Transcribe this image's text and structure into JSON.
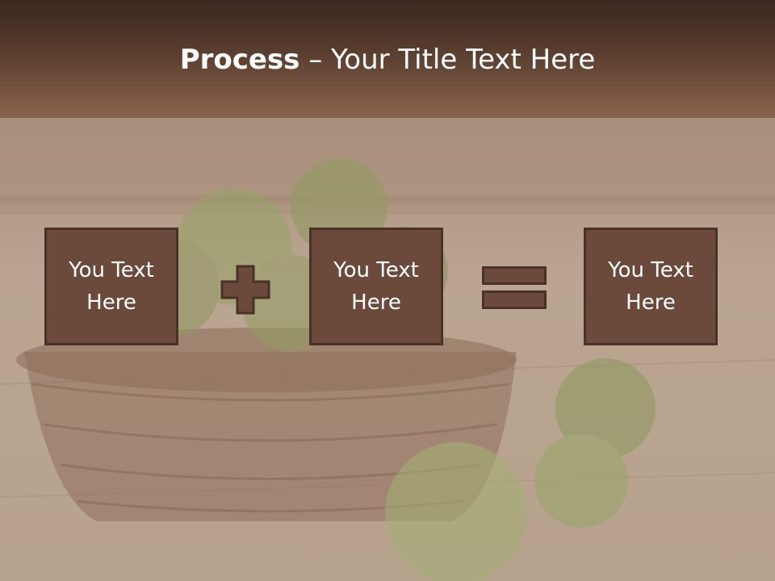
{
  "slide": {
    "title_bold": "Process",
    "title_rest": " – Your Title Text Here",
    "boxes": [
      {
        "text": "You Text Here"
      },
      {
        "text": "You Text Here"
      },
      {
        "text": "You Text Here"
      }
    ],
    "operators": [
      "plus-icon",
      "equals-icon"
    ]
  },
  "colors": {
    "header_top": "#3b281e",
    "header_bottom": "#8a644d",
    "box_fill": "#6b4a3c",
    "box_border": "#4a3128",
    "text": "#ffffff"
  }
}
